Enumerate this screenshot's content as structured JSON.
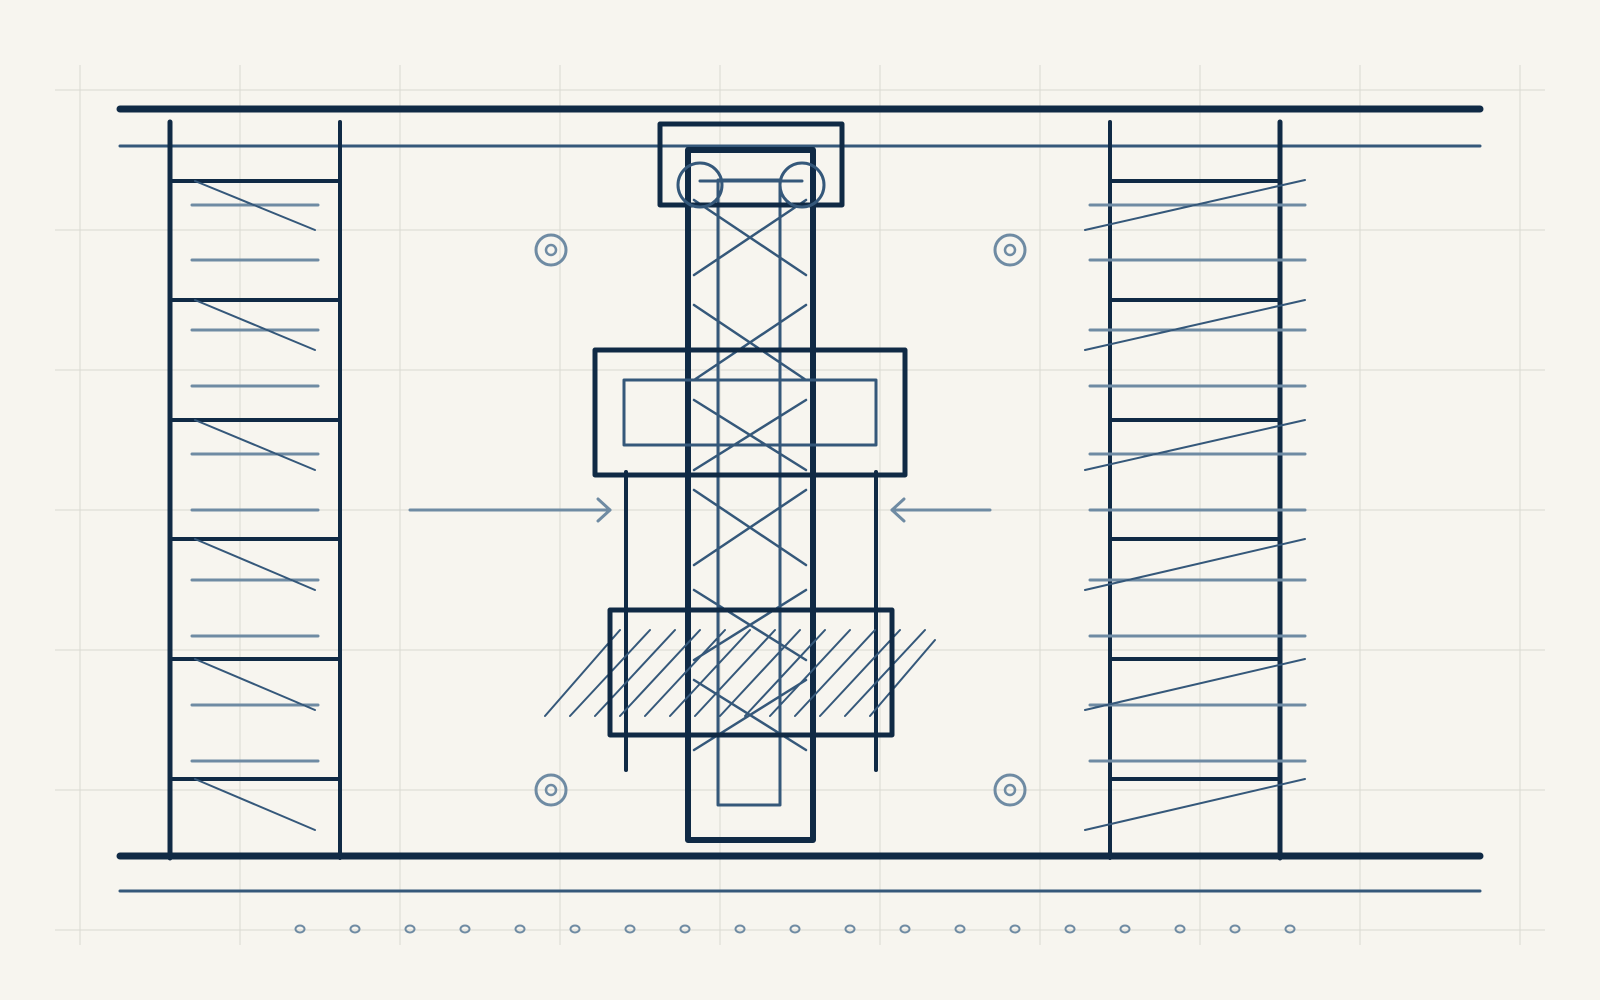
{
  "diagram": {
    "colors": {
      "background": "#f7f5ef",
      "grid": "#dad9d2",
      "ink_dark": "#102a45",
      "ink_mid": "#35587a",
      "ink_pale": "#6f8ba3"
    },
    "elements": {
      "top_rail": "rail",
      "bottom_rail": "rail",
      "left_shelving": "shelving-unit",
      "right_shelving": "shelving-unit",
      "central_column": "column",
      "crossbeam": "crossbeam",
      "hatched_block": "hatched-block",
      "mounting_bolts": "bolt",
      "bottom_row_of_dots": "dot",
      "arrows": "arrow-icon"
    }
  }
}
